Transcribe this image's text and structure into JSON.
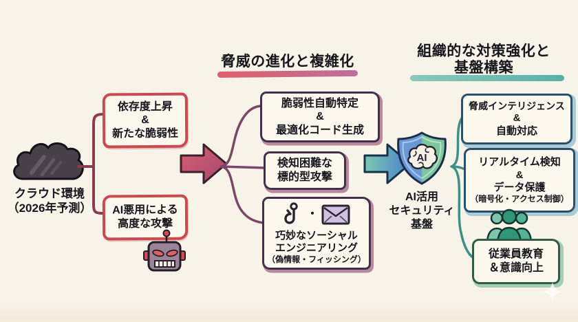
{
  "canvas": {
    "background": "#f8f3e8"
  },
  "source": {
    "label_line1": "クラウド環境",
    "label_line2": "（2026年予測）"
  },
  "threat_causes": {
    "box_dependency": {
      "lines": [
        "依存度上昇",
        "&",
        "新たな脆弱性"
      ]
    },
    "box_ai_abuse": {
      "lines": [
        "AI悪用による",
        "高度な攻撃"
      ]
    }
  },
  "threats": {
    "title": "脅威の進化と複雑化",
    "boxes": [
      {
        "lines": [
          "脆弱性自動特定",
          "&",
          "最適化コード生成"
        ]
      },
      {
        "lines": [
          "検知困難な",
          "標的型攻撃"
        ]
      },
      {
        "separator": "・",
        "lines": [
          "巧妙なソーシャル",
          "エンジニアリング",
          "（偽情報・フィッシング）"
        ]
      }
    ]
  },
  "defense": {
    "title_line1": "組織的な対策強化と",
    "title_line2": "基盤構築",
    "shield_text": "AI",
    "shield_label_lines": [
      "AI活用",
      "セキュリティ",
      "基盤"
    ],
    "boxes": [
      {
        "lines": [
          "脅威インテリジェンス",
          "&",
          "自動対応"
        ]
      },
      {
        "lines": [
          "リアルタイム検知",
          "&",
          "データ保護",
          "（暗号化・アクセス制御）"
        ]
      },
      {
        "lines": [
          "従業員教育",
          "＆意識向上"
        ]
      }
    ]
  },
  "icons": {
    "cloud": "dark-storm-cloud",
    "robot": "angry-robot-face",
    "hook": "phishing-hook",
    "envelope": "mail-envelope",
    "shield": "ai-brain-shield",
    "people": "employee-group",
    "arrow_threat": "right-arrow-red",
    "arrow_defense": "right-arrow-teal",
    "sparkle": "four-point-star"
  },
  "colors": {
    "background": "#f8f3e8",
    "threat_accent": "#cb4a52",
    "connector_maroon": "#8c3a50",
    "threat_box_border": "#42304a",
    "threat_underline_from": "#df5f6a",
    "threat_underline_to": "#bd6f9e",
    "defense_underline": "#6fbcb1",
    "defense_box_border": "#2b4f68",
    "education_border": "#2e5c48",
    "shield_blue": "#6898d6",
    "shield_green": "#7cc79e"
  }
}
